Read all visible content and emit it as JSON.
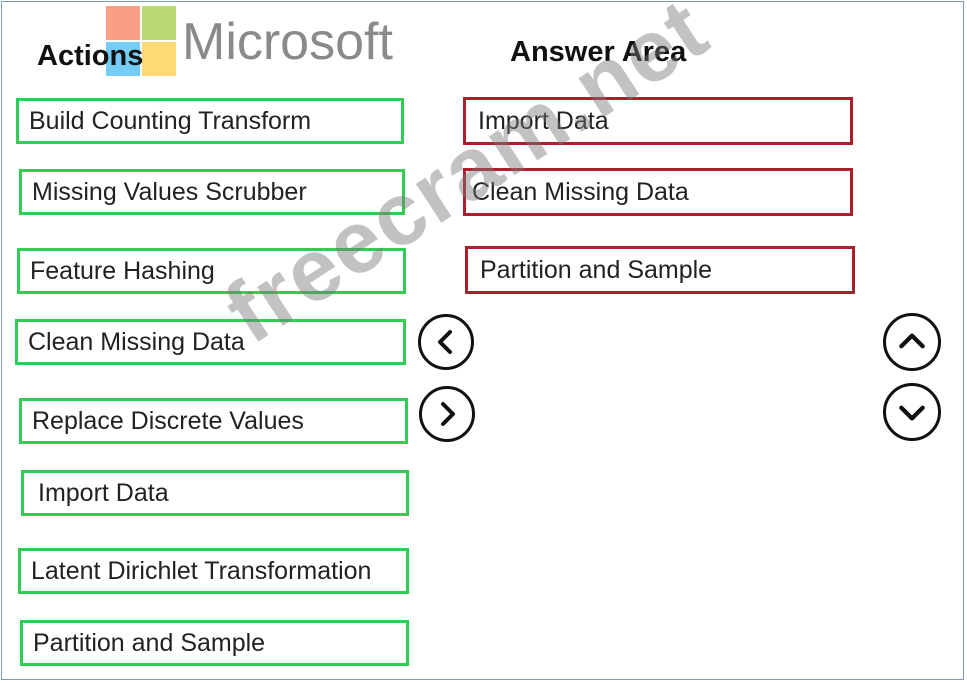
{
  "logo": {
    "text": "Microsoft",
    "colors": [
      "#f25022",
      "#7fba00",
      "#00a4ef",
      "#ffb900"
    ]
  },
  "actions": {
    "heading": "Actions",
    "items": [
      "Build Counting Transform",
      "Missing Values Scrubber",
      "Feature Hashing",
      "Clean Missing Data",
      "Replace Discrete Values",
      "Import Data",
      "Latent Dirichlet Transformation",
      "Partition and Sample"
    ]
  },
  "answer_area": {
    "heading": "Answer Area",
    "items": [
      "Import Data",
      "Clean Missing Data",
      "Partition and Sample"
    ]
  },
  "controls": {
    "move_left_icon": "chevron-left-icon",
    "move_right_icon": "chevron-right-icon",
    "move_up_icon": "chevron-up-icon",
    "move_down_icon": "chevron-down-icon"
  },
  "watermark": "freecram.net",
  "colors": {
    "action_border": "#33cc55",
    "answer_border": "#b01e2e"
  }
}
